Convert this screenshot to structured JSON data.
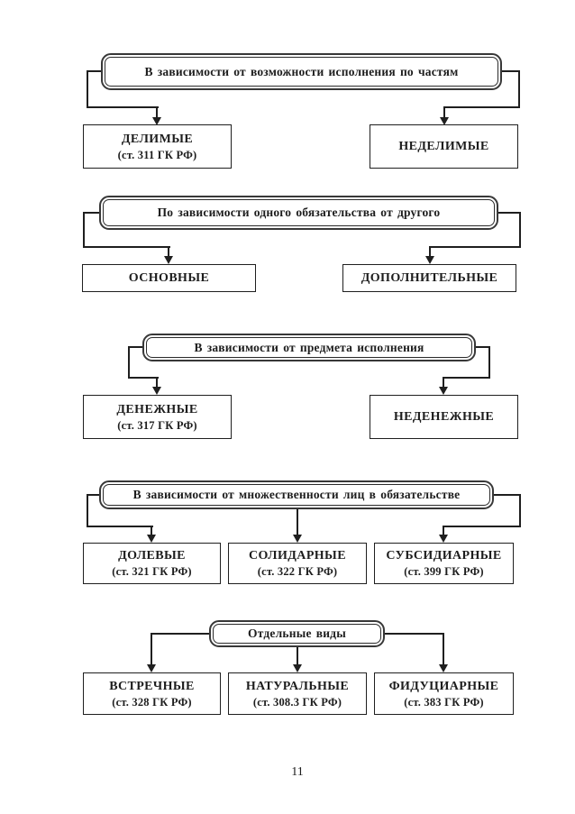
{
  "page": {
    "number": "11",
    "line_color": "#1f1f1f",
    "background": "#ffffff"
  },
  "sections": [
    {
      "header": "В зависимости от возможности исполнения по частям",
      "boxes": [
        {
          "title": "ДЕЛИМЫЕ",
          "subtitle": "(ст. 311 ГК РФ)"
        },
        {
          "title": "НЕДЕЛИМЫЕ",
          "subtitle": ""
        }
      ]
    },
    {
      "header": "По зависимости одного обязательства от другого",
      "boxes": [
        {
          "title": "ОСНОВНЫЕ",
          "subtitle": ""
        },
        {
          "title": "ДОПОЛНИТЕЛЬНЫЕ",
          "subtitle": ""
        }
      ]
    },
    {
      "header": "В зависимости от предмета исполнения",
      "boxes": [
        {
          "title": "ДЕНЕЖНЫЕ",
          "subtitle": "(ст. 317 ГК РФ)"
        },
        {
          "title": "НЕДЕНЕЖНЫЕ",
          "subtitle": ""
        }
      ]
    },
    {
      "header": "В зависимости от множественности лиц в обязательстве",
      "boxes": [
        {
          "title": "ДОЛЕВЫЕ",
          "subtitle": "(ст. 321 ГК РФ)"
        },
        {
          "title": "СОЛИДАРНЫЕ",
          "subtitle": "(ст. 322 ГК РФ)"
        },
        {
          "title": "СУБСИДИАРНЫЕ",
          "subtitle": "(ст. 399 ГК РФ)"
        }
      ]
    },
    {
      "header": "Отдельные виды",
      "boxes": [
        {
          "title": "ВСТРЕЧНЫЕ",
          "subtitle": "(ст. 328 ГК РФ)"
        },
        {
          "title": "НАТУРАЛЬНЫЕ",
          "subtitle": "(ст. 308.3 ГК РФ)"
        },
        {
          "title": "ФИДУЦИАРНЫЕ",
          "subtitle": "(ст. 383 ГК РФ)"
        }
      ]
    }
  ]
}
